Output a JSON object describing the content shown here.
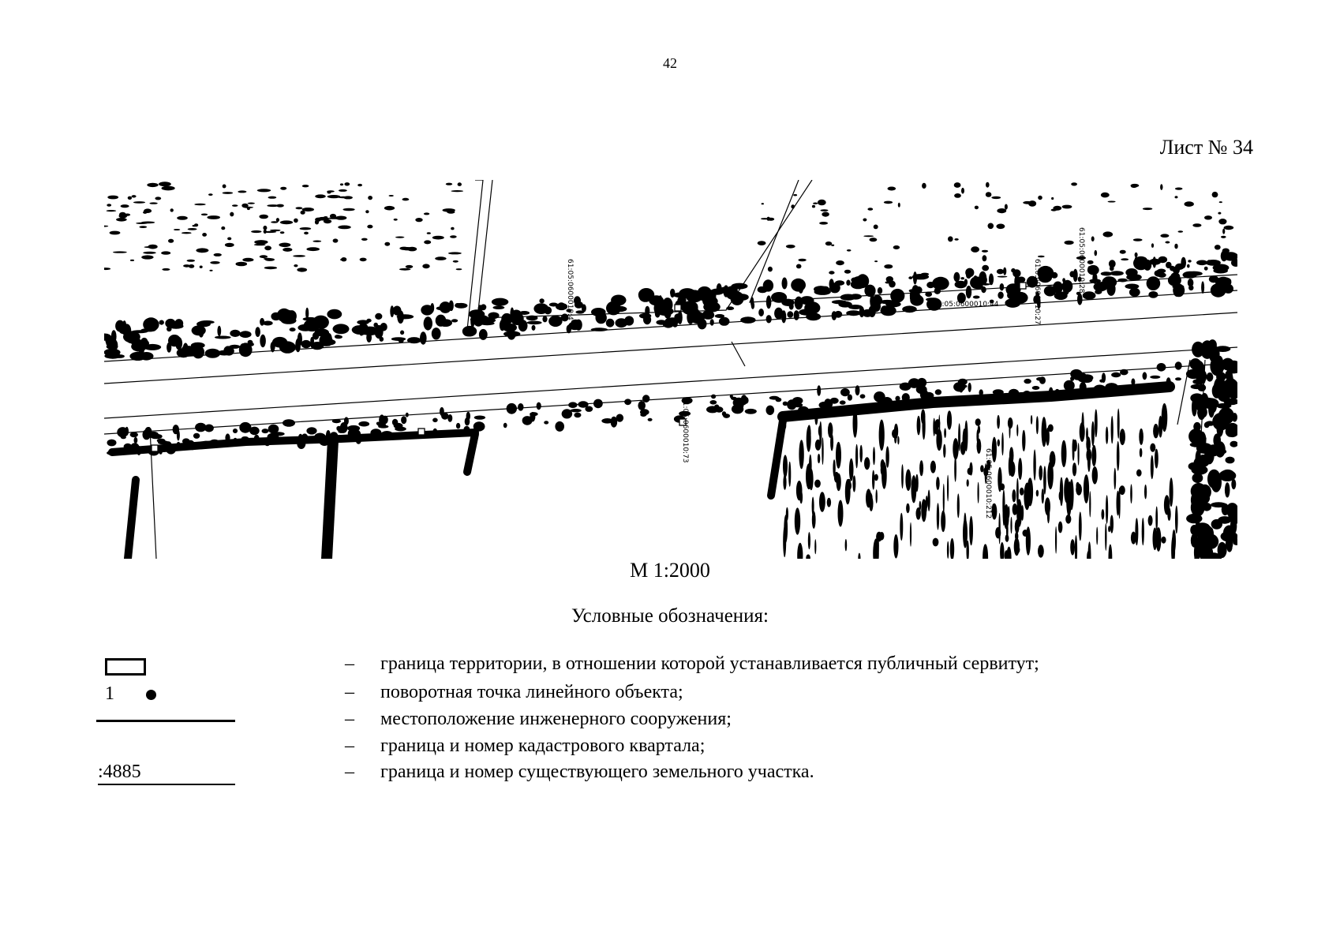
{
  "header": {
    "page_number": "42",
    "sheet_number": "Лист № 34"
  },
  "map": {
    "scale": "М 1:2000",
    "labels": [
      "61:05:0600010:28",
      "61:05:0600010:27",
      "61:05:0600010:4",
      "61:05:0600010:44",
      "61:05:0600010:73",
      "61:05:0600010:212"
    ]
  },
  "legend": {
    "title": "Условные обозначения:",
    "dash": "–",
    "point_number": "1",
    "parcel_number": ":4885",
    "items": [
      "граница территории, в отношении которой устанавливается публичный сервитут;",
      "поворотная точка линейного объекта;",
      "местоположение инженерного сооружения;",
      "граница и номер кадастрового квартала;",
      "граница и номер существующего земельного участка."
    ]
  },
  "colors": {
    "ink": "#000000",
    "paper": "#ffffff"
  }
}
